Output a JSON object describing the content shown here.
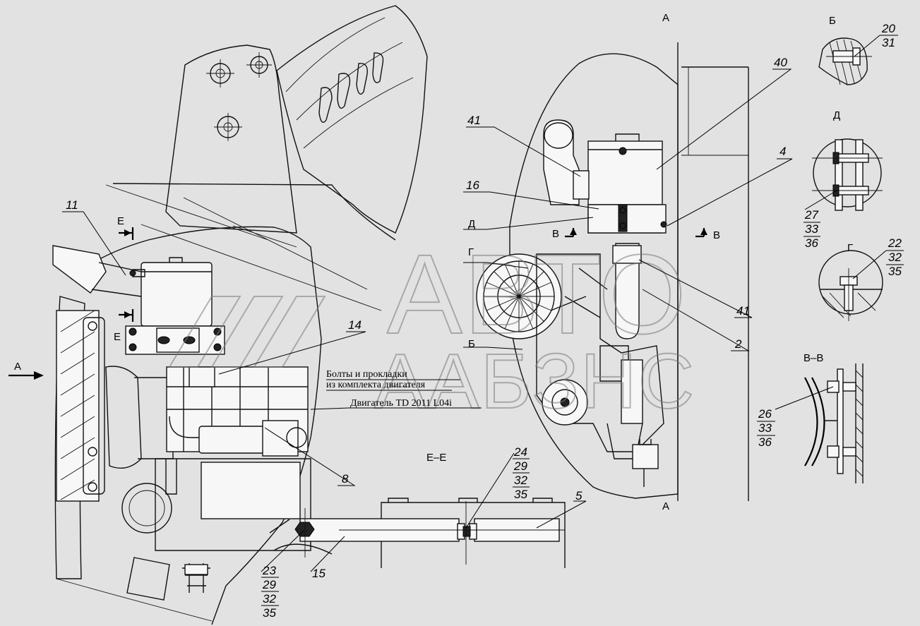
{
  "watermark": {
    "line1": "АВТО",
    "line2": "ААБЗНС"
  },
  "view_labels": {
    "view_a_top": "А",
    "view_a_left": "А",
    "view_a_bottom": "А",
    "detail_b": "Б",
    "detail_b_ref": "Б",
    "detail_d": "Д",
    "detail_d_ref": "Д",
    "detail_g": "Г",
    "detail_g_ref": "Г",
    "section_vv": "В–В",
    "section_v_left": "В",
    "section_v_right": "В",
    "section_ee": "Е–Е",
    "section_e_top": "Е",
    "section_e_bottom": "Е"
  },
  "notes": {
    "bolts_line1": "Болты и прокладки",
    "bolts_line2": "из комплекта двигателя",
    "engine": "Двигатель  TD 2011 L04i"
  },
  "callouts": {
    "c11": "11",
    "c14": "14",
    "c8": "8",
    "c15": "15",
    "c5": "5",
    "c41a": "41",
    "c16": "16",
    "c40": "40",
    "c4": "4",
    "c41b": "41",
    "c2": "2",
    "stack_20": [
      "20",
      "31"
    ],
    "stack_27": [
      "27",
      "33",
      "36"
    ],
    "stack_22": [
      "22",
      "32",
      "35"
    ],
    "stack_26": [
      "26",
      "33",
      "36"
    ],
    "stack_24": [
      "24",
      "29",
      "32",
      "35"
    ],
    "stack_23": [
      "23",
      "29",
      "32",
      "35"
    ]
  }
}
